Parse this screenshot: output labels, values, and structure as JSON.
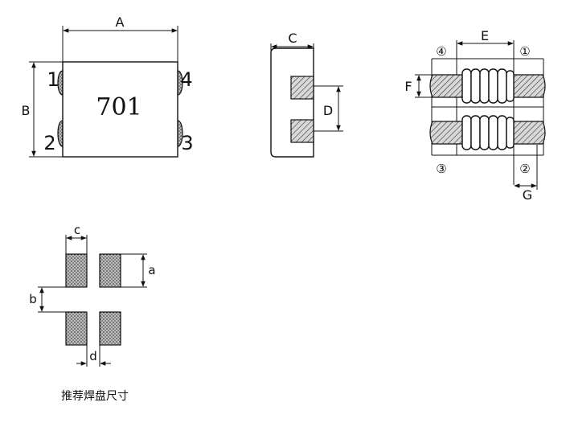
{
  "top_view": {
    "marking": "701",
    "dim_width": "A",
    "dim_height": "B",
    "pin_1": "1",
    "pin_2": "2",
    "pin_3": "3",
    "pin_4": "4"
  },
  "side_view": {
    "dim_width": "C",
    "dim_pad": "D"
  },
  "winding_view": {
    "dim_coil": "E",
    "dim_wire": "F",
    "dim_term": "G",
    "pin_1": "①",
    "pin_2": "②",
    "pin_3": "③",
    "pin_4": "④"
  },
  "land_pattern": {
    "dim_a": "a",
    "dim_b": "b",
    "dim_c": "c",
    "dim_d": "d",
    "caption": "推荐焊盘尺寸"
  }
}
